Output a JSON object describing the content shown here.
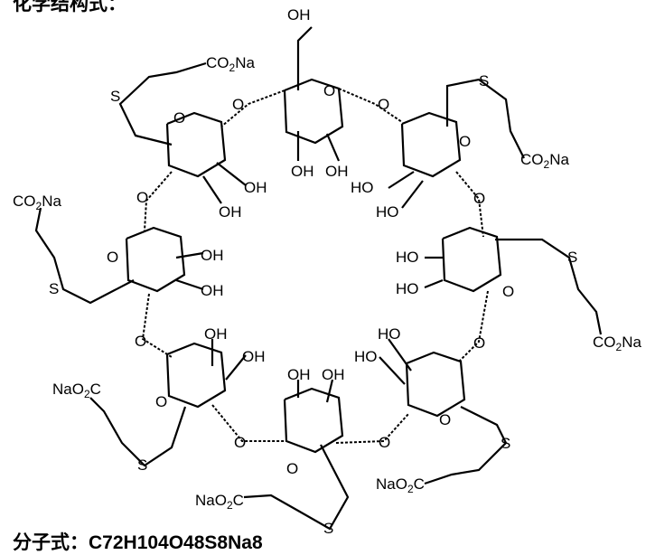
{
  "title": "化学结构式：",
  "formula": "分子式：C72H104O48S8Na8",
  "labels": {
    "oh": "OH",
    "ho": "HO",
    "o": "O",
    "s": "S",
    "co2na": [
      "CO",
      "2",
      "Na"
    ],
    "nao2c": [
      "NaO",
      "2",
      "C"
    ]
  }
}
